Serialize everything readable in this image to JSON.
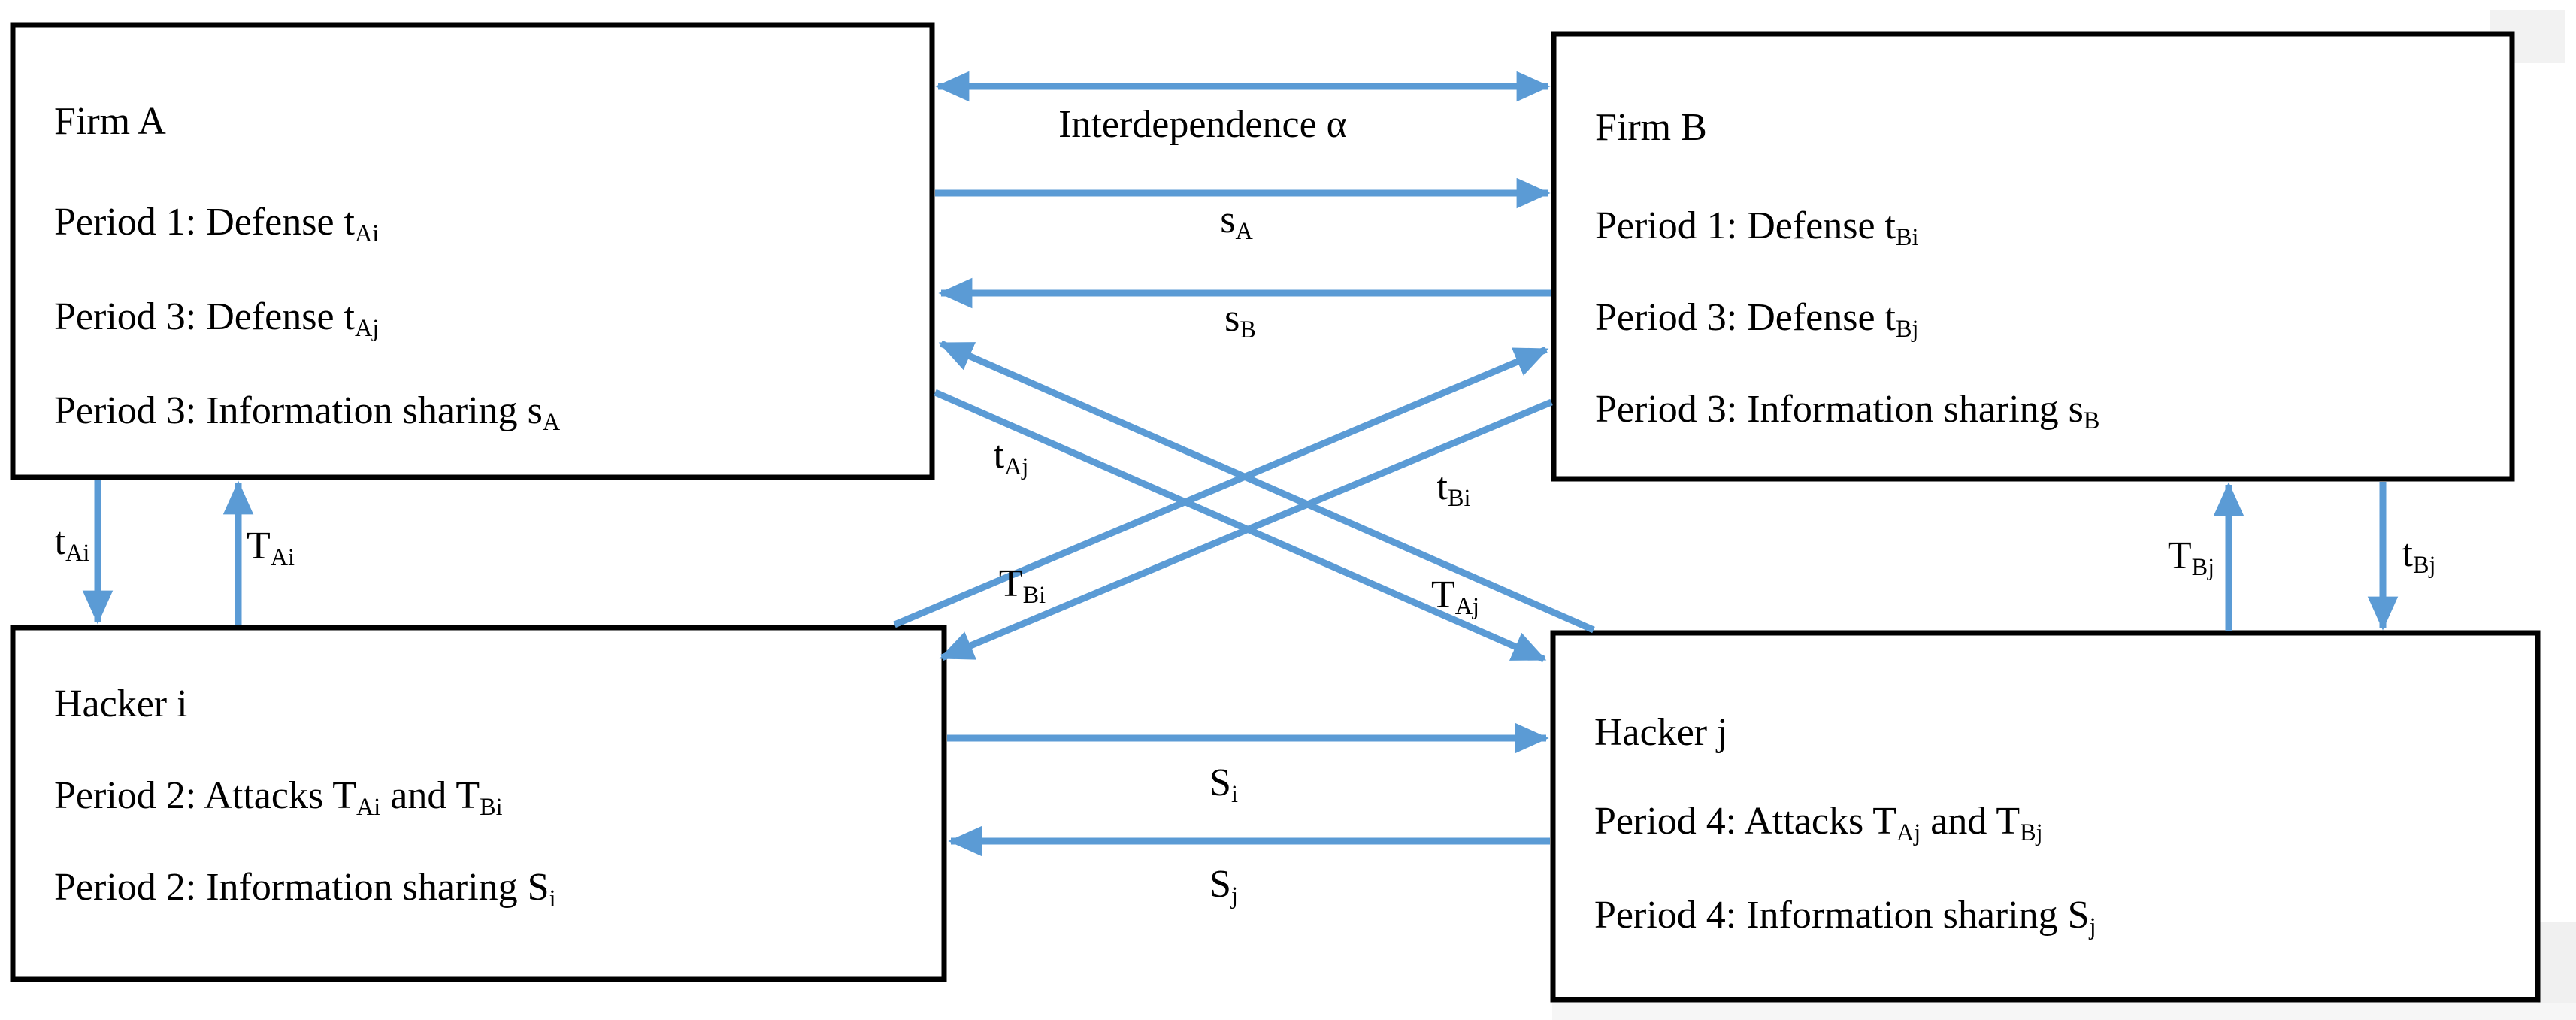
{
  "colors": {
    "arrow_blue": "#5B9BD5",
    "border_black": "#000000",
    "shadow_gray": "#f2f2f2",
    "band_gray": "#f6f6f6"
  },
  "boxes": {
    "firm_a": {
      "lines": [
        [
          {
            "t": "Firm A",
            "s": ""
          }
        ],
        [
          {
            "t": "Period 1: Defense t",
            "s": "Ai"
          }
        ],
        [
          {
            "t": "Period 3: Defense t",
            "s": "Aj"
          }
        ],
        [
          {
            "t": "Period 3: Information sharing s",
            "s": "A"
          }
        ]
      ]
    },
    "firm_b": {
      "lines": [
        [
          {
            "t": "Firm B",
            "s": ""
          }
        ],
        [
          {
            "t": "Period 1: Defense t",
            "s": "Bi"
          }
        ],
        [
          {
            "t": "Period 3: Defense t",
            "s": "Bj"
          }
        ],
        [
          {
            "t": "Period 3: Information sharing s",
            "s": "B"
          }
        ]
      ]
    },
    "hacker_i": {
      "lines": [
        [
          {
            "t": "Hacker i",
            "s": ""
          }
        ],
        [
          {
            "t": "Period 2: Attacks T",
            "s": "Ai"
          },
          {
            "t": " and T",
            "s": "Bi"
          }
        ],
        [
          {
            "t": "Period 2: Information sharing S",
            "s": "i"
          }
        ]
      ]
    },
    "hacker_j": {
      "lines": [
        [
          {
            "t": "Hacker j",
            "s": ""
          }
        ],
        [
          {
            "t": "Period 4: Attacks T",
            "s": "Aj"
          },
          {
            "t": " and T",
            "s": "Bj"
          }
        ],
        [
          {
            "t": "Period 4: Information sharing S",
            "s": "j"
          }
        ]
      ]
    }
  },
  "arrow_labels": {
    "interdependence": [
      {
        "t": "Interdependence α",
        "s": ""
      }
    ],
    "s_A": [
      {
        "t": "s",
        "s": "A"
      }
    ],
    "s_B": [
      {
        "t": "s",
        "s": "B"
      }
    ],
    "t_Ai": [
      {
        "t": "t",
        "s": "Ai"
      }
    ],
    "T_Ai": [
      {
        "t": "T",
        "s": "Ai"
      }
    ],
    "t_Aj": [
      {
        "t": "t",
        "s": "Aj"
      }
    ],
    "T_Aj": [
      {
        "t": "T",
        "s": "Aj"
      }
    ],
    "t_Bi": [
      {
        "t": "t",
        "s": "Bi"
      }
    ],
    "T_Bi": [
      {
        "t": "T",
        "s": "Bi"
      }
    ],
    "T_Bj": [
      {
        "t": "T",
        "s": "Bj"
      }
    ],
    "t_Bj": [
      {
        "t": "t",
        "s": "Bj"
      }
    ],
    "S_i": [
      {
        "t": "S",
        "s": "i"
      }
    ],
    "S_j": [
      {
        "t": "S",
        "s": "j"
      }
    ]
  }
}
